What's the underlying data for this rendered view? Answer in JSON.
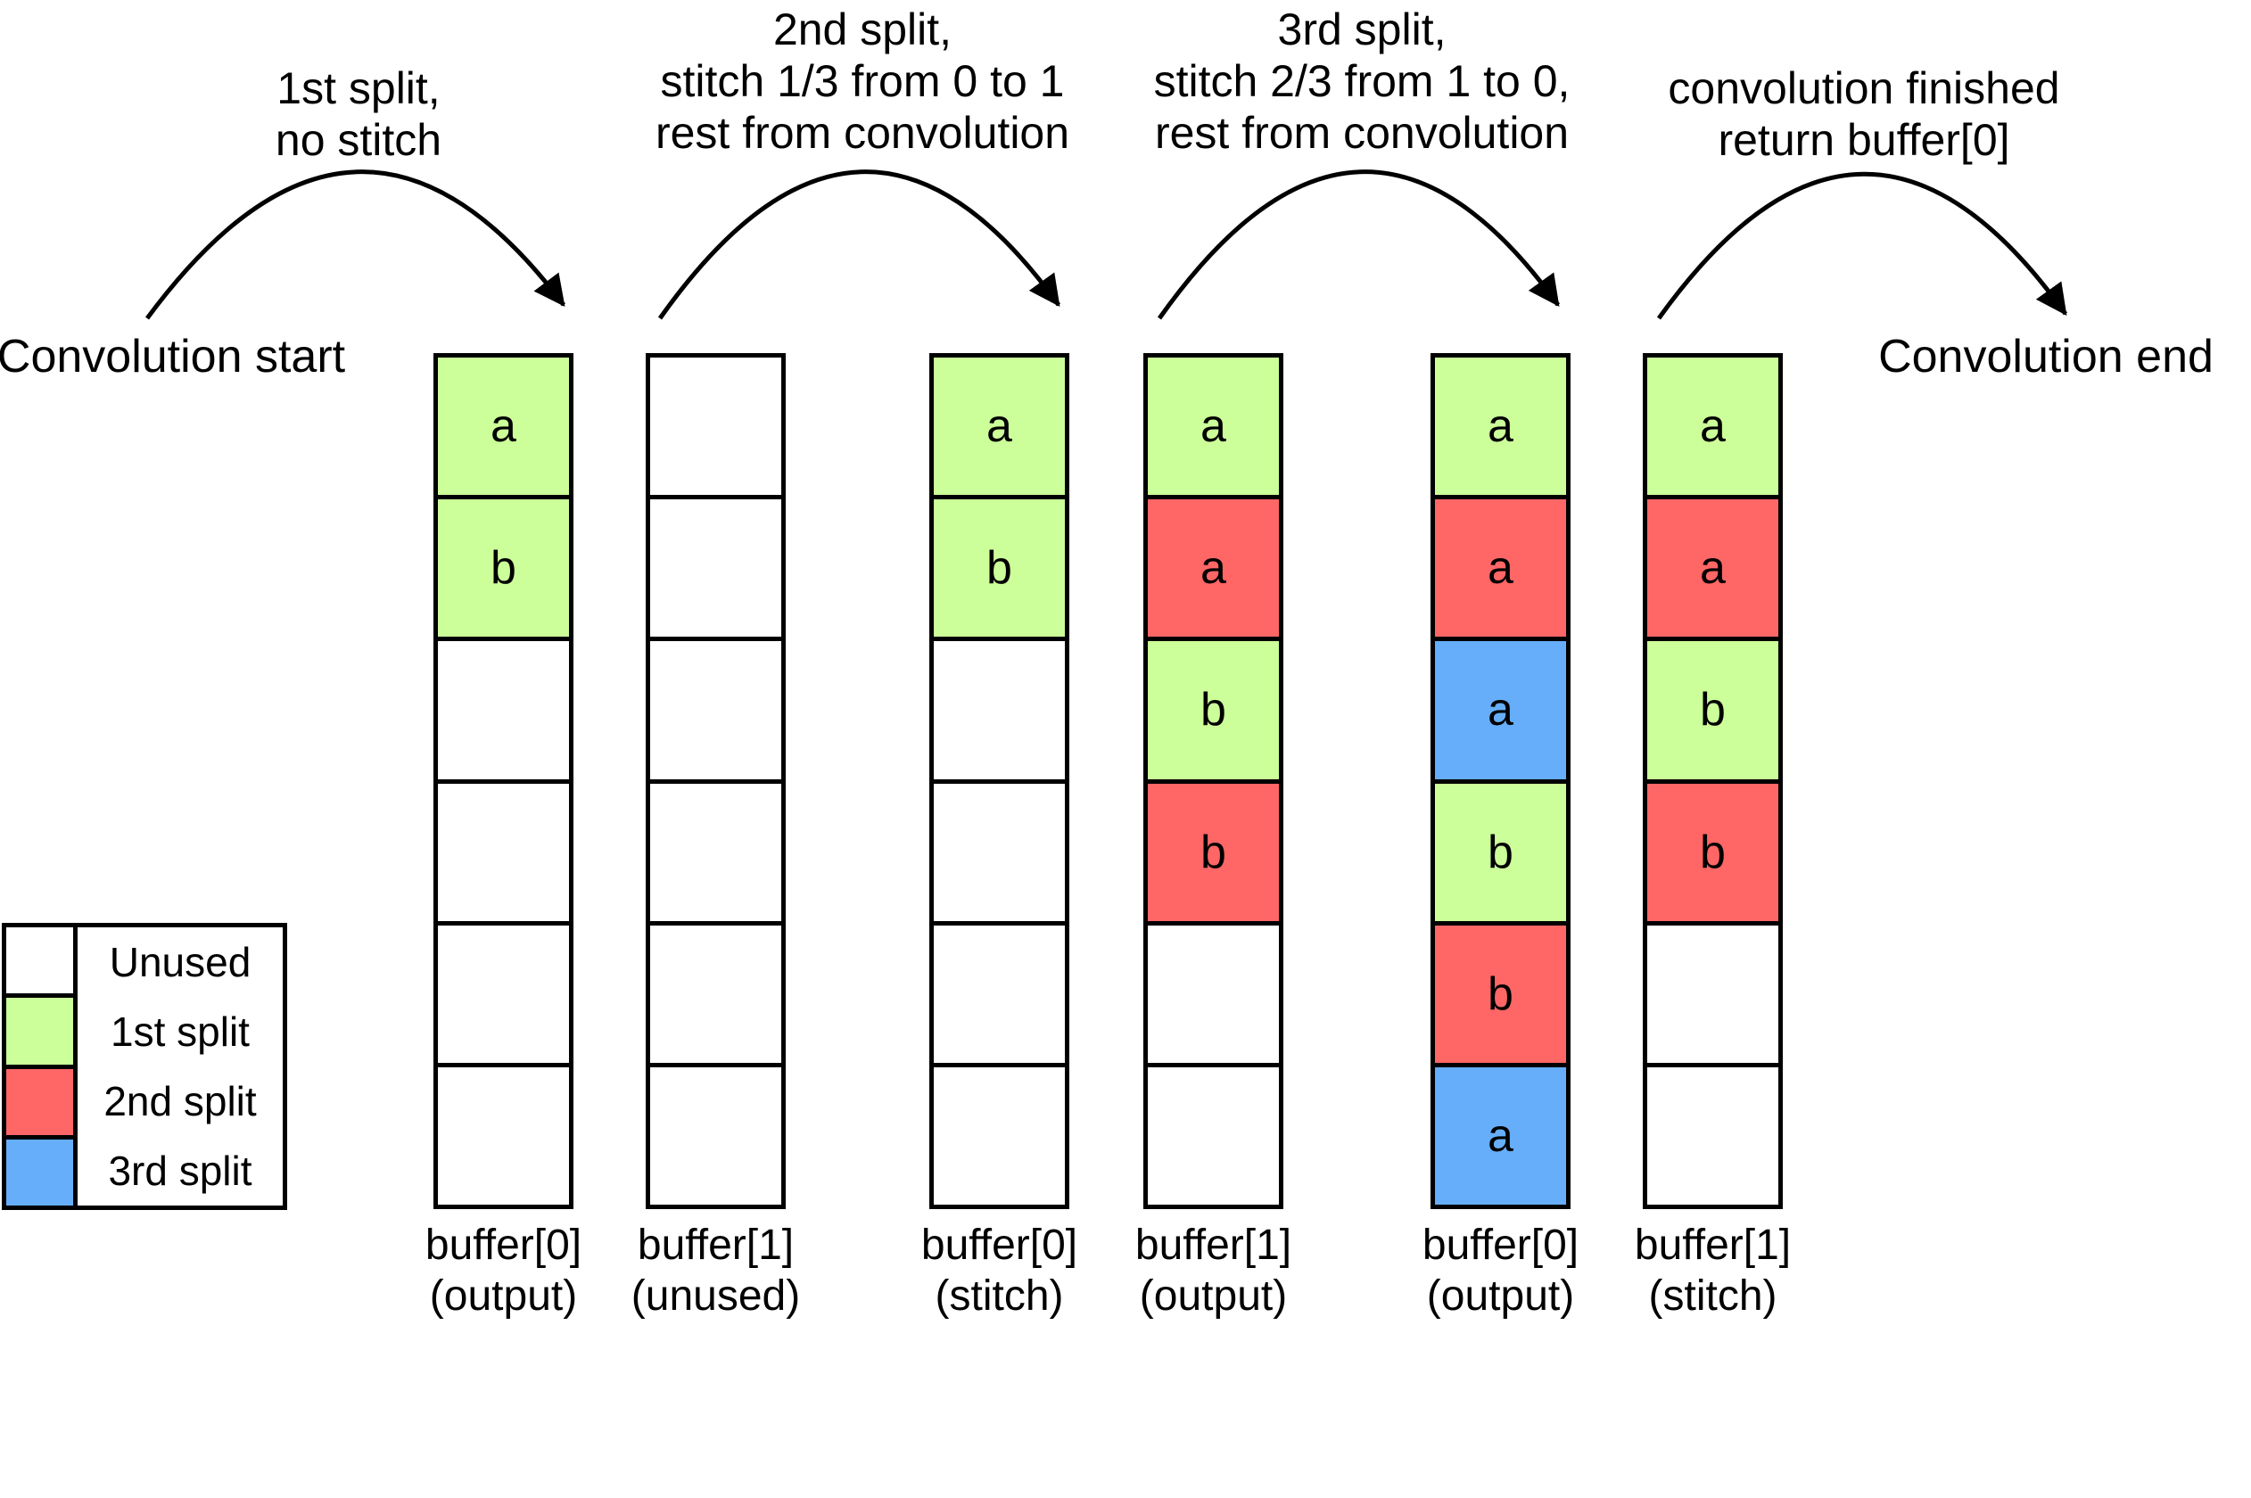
{
  "endpoints": {
    "start_label": "Convolution start",
    "end_label": "Convolution end"
  },
  "stage_labels": [
    {
      "lines": [
        "1st split,",
        "no stitch"
      ]
    },
    {
      "lines": [
        "2nd split,",
        "stitch 1/3 from 0 to 1",
        "rest from convolution"
      ]
    },
    {
      "lines": [
        "3rd split,",
        "stitch 2/3 from 1 to 0,",
        "rest from convolution"
      ]
    },
    {
      "lines": [
        "convolution finished",
        "return buffer[0]"
      ]
    }
  ],
  "buffers": [
    {
      "name": "buffer[0]",
      "role": "(output)",
      "cells": [
        {
          "fill": "1st",
          "letter": "a"
        },
        {
          "fill": "1st",
          "letter": "b"
        },
        {
          "fill": "unused",
          "letter": ""
        },
        {
          "fill": "unused",
          "letter": ""
        },
        {
          "fill": "unused",
          "letter": ""
        },
        {
          "fill": "unused",
          "letter": ""
        }
      ]
    },
    {
      "name": "buffer[1]",
      "role": "(unused)",
      "cells": [
        {
          "fill": "unused",
          "letter": ""
        },
        {
          "fill": "unused",
          "letter": ""
        },
        {
          "fill": "unused",
          "letter": ""
        },
        {
          "fill": "unused",
          "letter": ""
        },
        {
          "fill": "unused",
          "letter": ""
        },
        {
          "fill": "unused",
          "letter": ""
        }
      ]
    },
    {
      "name": "buffer[0]",
      "role": "(stitch)",
      "cells": [
        {
          "fill": "1st",
          "letter": "a"
        },
        {
          "fill": "1st",
          "letter": "b"
        },
        {
          "fill": "unused",
          "letter": ""
        },
        {
          "fill": "unused",
          "letter": ""
        },
        {
          "fill": "unused",
          "letter": ""
        },
        {
          "fill": "unused",
          "letter": ""
        }
      ]
    },
    {
      "name": "buffer[1]",
      "role": "(output)",
      "cells": [
        {
          "fill": "1st",
          "letter": "a"
        },
        {
          "fill": "2nd",
          "letter": "a"
        },
        {
          "fill": "1st",
          "letter": "b"
        },
        {
          "fill": "2nd",
          "letter": "b"
        },
        {
          "fill": "unused",
          "letter": ""
        },
        {
          "fill": "unused",
          "letter": ""
        }
      ]
    },
    {
      "name": "buffer[0]",
      "role": "(output)",
      "cells": [
        {
          "fill": "1st",
          "letter": "a"
        },
        {
          "fill": "2nd",
          "letter": "a"
        },
        {
          "fill": "3rd",
          "letter": "a"
        },
        {
          "fill": "1st",
          "letter": "b"
        },
        {
          "fill": "2nd",
          "letter": "b"
        },
        {
          "fill": "3rd",
          "letter": "a"
        }
      ]
    },
    {
      "name": "buffer[1]",
      "role": "(stitch)",
      "cells": [
        {
          "fill": "1st",
          "letter": "a"
        },
        {
          "fill": "2nd",
          "letter": "a"
        },
        {
          "fill": "1st",
          "letter": "b"
        },
        {
          "fill": "2nd",
          "letter": "b"
        },
        {
          "fill": "unused",
          "letter": ""
        },
        {
          "fill": "unused",
          "letter": ""
        }
      ]
    }
  ],
  "legend": {
    "items": [
      {
        "label": "Unused",
        "fill": "unused"
      },
      {
        "label": "1st split",
        "fill": "1st"
      },
      {
        "label": "2nd split",
        "fill": "2nd"
      },
      {
        "label": "3rd split",
        "fill": "3rd"
      }
    ]
  },
  "colors": {
    "unused": "#ffffff",
    "1st": "#ccff99",
    "2nd": "#ff6666",
    "3rd": "#66aefa",
    "line": "#000000"
  }
}
